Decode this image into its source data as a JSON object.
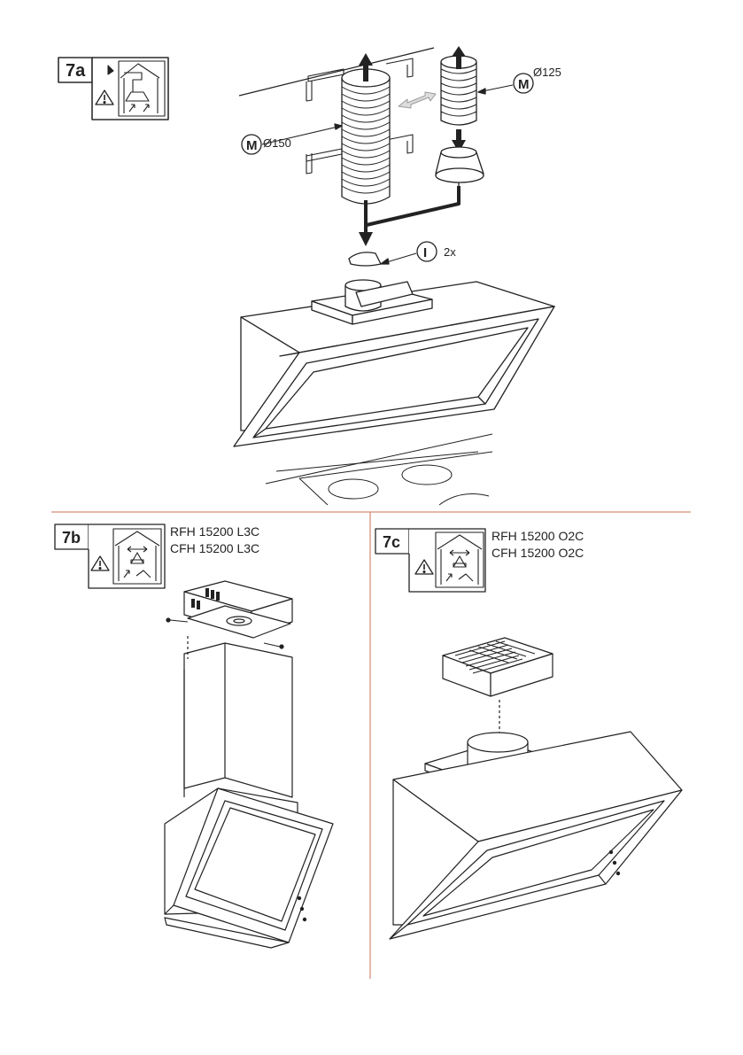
{
  "panel_7a": {
    "step_label": "7a",
    "tube_large": {
      "marker": "M",
      "size": "Ø150"
    },
    "tube_small": {
      "marker": "M",
      "size": "Ø125"
    },
    "flap": {
      "marker": "I",
      "quantity": "2x"
    }
  },
  "panel_7b": {
    "step_label": "7b",
    "models": [
      "RFH 15200 L3C",
      "CFH 15200 L3C"
    ]
  },
  "panel_7c": {
    "step_label": "7c",
    "models": [
      "RFH 15200 O2C",
      "CFH 15200 O2C"
    ]
  },
  "colors": {
    "divider": "#c8705a",
    "line": "#222222"
  },
  "icons": [
    "warning-triangle-icon",
    "extraction-mode-icon",
    "recirculation-mode-icon"
  ]
}
